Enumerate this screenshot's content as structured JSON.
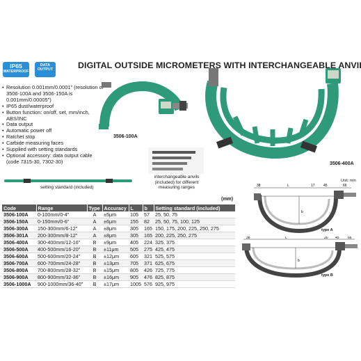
{
  "badges": {
    "ip65": {
      "big": "IP65",
      "small": "WATERPROOF"
    },
    "data_output": {
      "line1": "DATA",
      "line2": "OUTPUT"
    }
  },
  "title": "DIGITAL OUTSIDE MICROMETERS WITH INTERCHANGEABLE ANVILS",
  "features": [
    "Resolution 0.001mm/0.0001\" (resolution of 3506-100A and 3506-150A is 0.001mm/0.00005\")",
    "IP65 dust/waterproof",
    "Button function: on/off, set, mm/inch, ABS/INC",
    "Data output",
    "Automatic power off",
    "Ratchet stop",
    "Carbide measuring faces",
    "Supplied with setting standards",
    "Optional accessory: data output cable (code 7315-30, 7302-30)"
  ],
  "labels": {
    "model_small": "3506-100A",
    "model_large": "3506-400A",
    "setting_standard": "setting standard (included)",
    "anvils": "interchangeable anvils (included) for different measuring ranges",
    "unit": "(mm)",
    "unit_drawing": "Unit: mm",
    "type_a": "type A",
    "type_b": "type B"
  },
  "drawing_dims": {
    "a_38": "38",
    "a_L": "L",
    "a_17": "17",
    "a_45": "45",
    "a_66": "66",
    "a_b": "b",
    "b_38": "38",
    "b_L": "L",
    "b_20": "20",
    "b_45": "45",
    "b_66": "66",
    "b_b": "b"
  },
  "table": {
    "headers": [
      "Code",
      "Range",
      "Type",
      "Accuracy",
      "L",
      "b",
      "Setting standard (included)"
    ],
    "rows": [
      [
        "3506-100A",
        "0-100mm/0-4\"",
        "A",
        "±5μm",
        "105",
        "57",
        "25, 50, 75"
      ],
      [
        "3506-150A",
        "0-150mm/0-6\"",
        "A",
        "±6μm",
        "155",
        "82",
        "25, 50, 75, 100, 125"
      ],
      [
        "3506-300A",
        "150-300mm/6-12\"",
        "A",
        "±8μm",
        "305",
        "165",
        "150, 175, 200, 225, 250, 275"
      ],
      [
        "3506-301A",
        "200-300mm/8-12\"",
        "A",
        "±8μm",
        "305",
        "165",
        "200, 225, 250, 275"
      ],
      [
        "3506-400A",
        "300-400mm/12-16\"",
        "B",
        "±9μm",
        "405",
        "224",
        "325, 375"
      ],
      [
        "3506-500A",
        "400-500mm/16-20\"",
        "B",
        "±11μm",
        "505",
        "275",
        "425, 475"
      ],
      [
        "3506-600A",
        "500-600mm/20-24\"",
        "B",
        "±12μm",
        "605",
        "321",
        "525, 575"
      ],
      [
        "3506-700A",
        "600-700mm/24-28\"",
        "B",
        "±13μm",
        "705",
        "371",
        "625, 675"
      ],
      [
        "3506-800A",
        "700-800mm/28-32\"",
        "B",
        "±15μm",
        "805",
        "426",
        "725, 775"
      ],
      [
        "3506-900A",
        "800-900mm/32-36\"",
        "B",
        "±16μm",
        "905",
        "476",
        "825, 875"
      ],
      [
        "3506-1000A",
        "900-1000mm/36-40\"",
        "B",
        "±17μm",
        "1005",
        "576",
        "925, 975"
      ]
    ]
  },
  "colors": {
    "badge_blue": "#2a8fd6",
    "frame_green": "#2e9a7a",
    "header_grey": "#5a5a5a"
  }
}
